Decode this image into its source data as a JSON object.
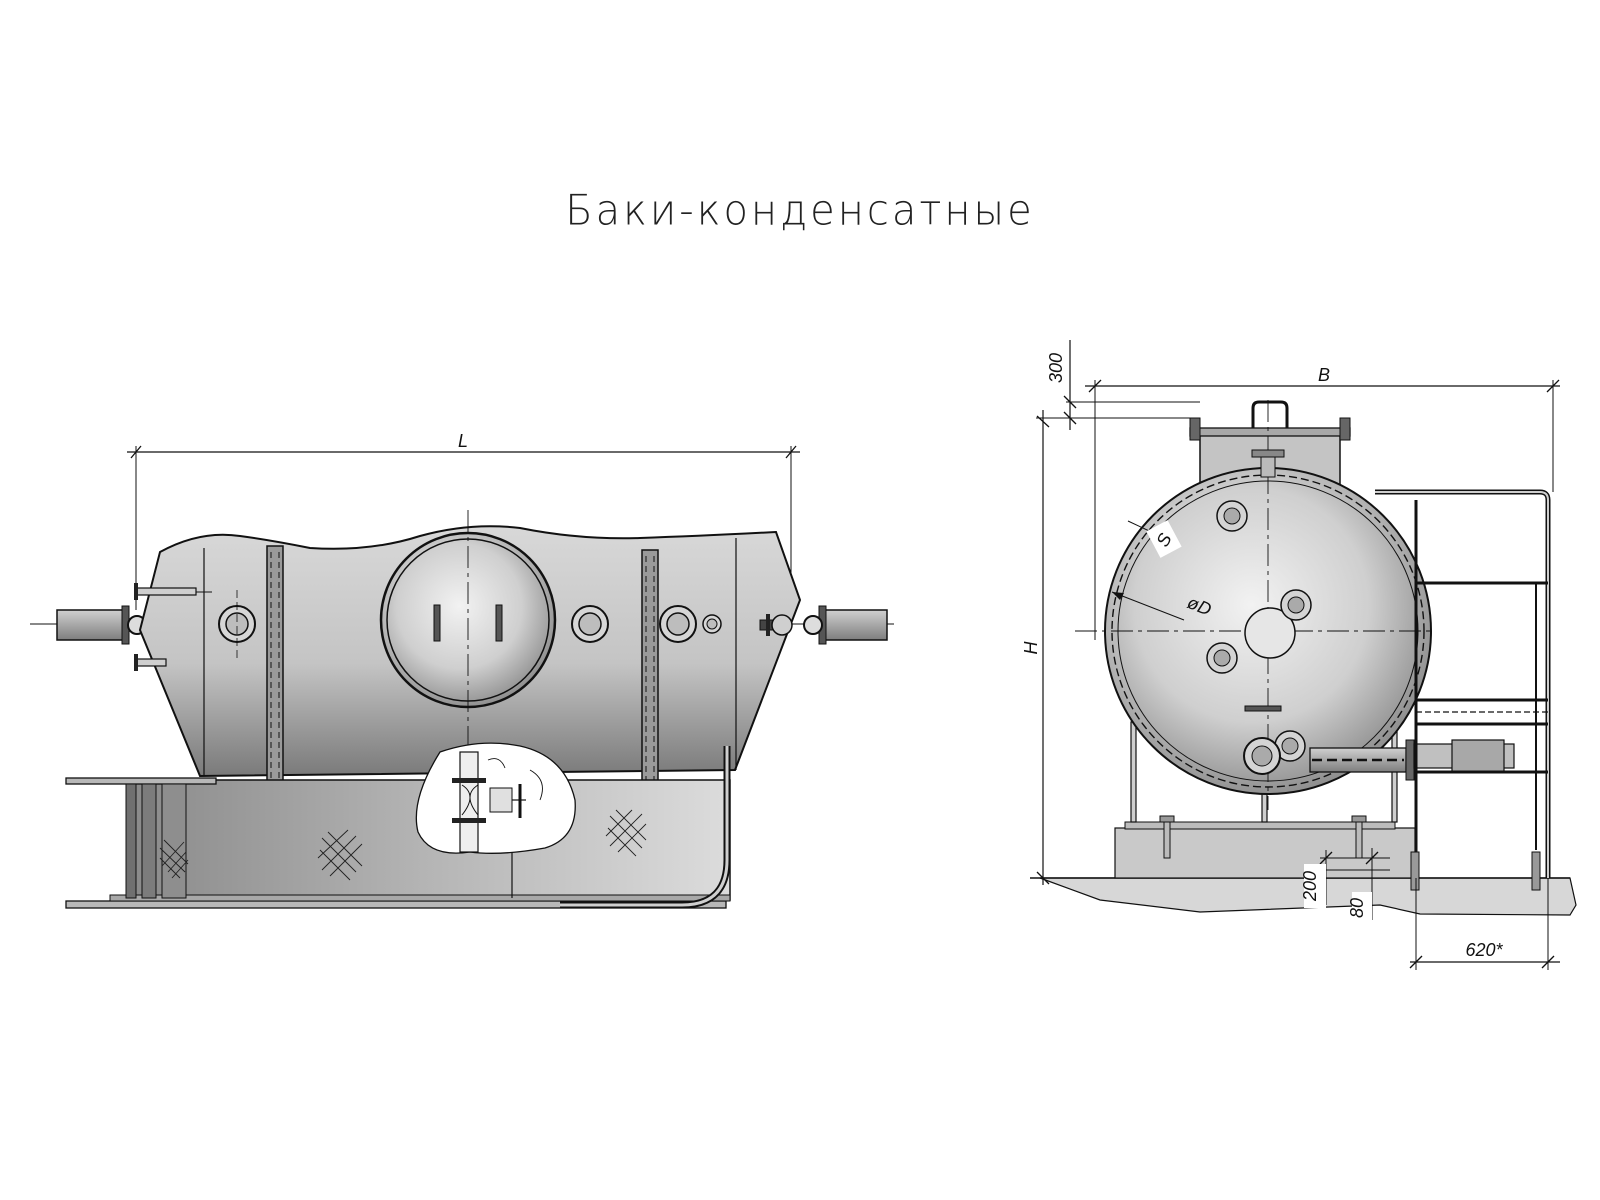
{
  "title": "Баки-конденсатные",
  "side_view": {
    "length_label": "L"
  },
  "end_view": {
    "width_label": "B",
    "height_label": "H",
    "diameter_label": "øD",
    "wall_label": "S",
    "top_offset_label": "300",
    "foundation_depth_label": "200",
    "anchor_depth_label": "80",
    "platform_width_label": "620*"
  }
}
